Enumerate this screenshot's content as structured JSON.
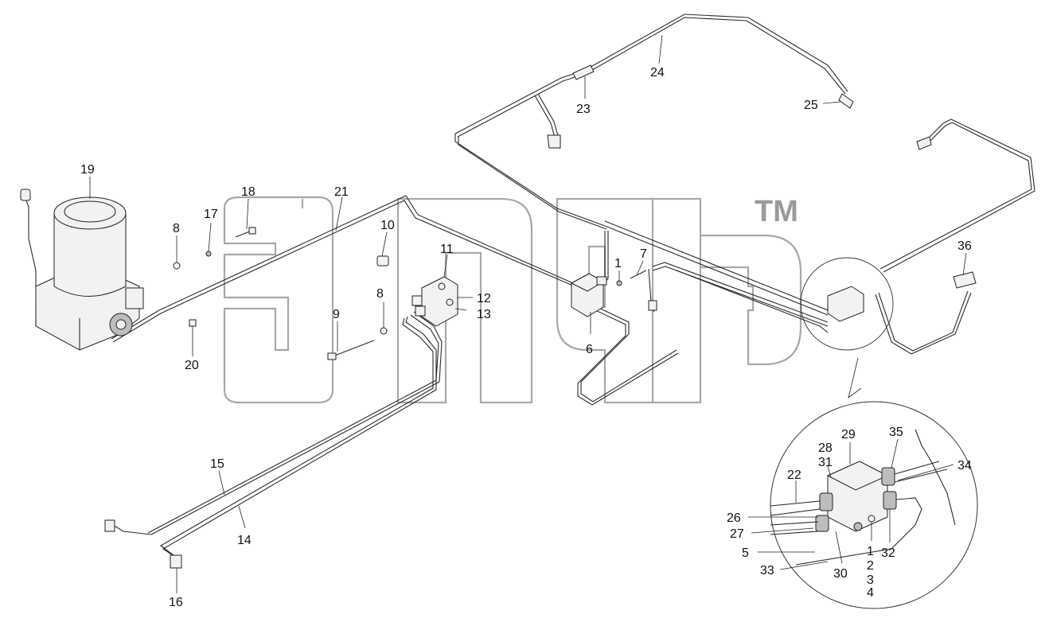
{
  "watermark": {
    "trademark": "TM"
  },
  "callouts": [
    {
      "id": "c1",
      "text": "1"
    },
    {
      "id": "c7",
      "text": "7"
    },
    {
      "id": "c6",
      "text": "6"
    },
    {
      "id": "c8a",
      "text": "8"
    },
    {
      "id": "c8b",
      "text": "8"
    },
    {
      "id": "c9",
      "text": "9"
    },
    {
      "id": "c10",
      "text": "10"
    },
    {
      "id": "c11",
      "text": "11"
    },
    {
      "id": "c12",
      "text": "12"
    },
    {
      "id": "c13",
      "text": "13"
    },
    {
      "id": "c14",
      "text": "14"
    },
    {
      "id": "c15",
      "text": "15"
    },
    {
      "id": "c16",
      "text": "16"
    },
    {
      "id": "c17",
      "text": "17"
    },
    {
      "id": "c18",
      "text": "18"
    },
    {
      "id": "c19",
      "text": "19"
    },
    {
      "id": "c20",
      "text": "20"
    },
    {
      "id": "c21",
      "text": "21"
    },
    {
      "id": "c23",
      "text": "23"
    },
    {
      "id": "c24",
      "text": "24"
    },
    {
      "id": "c25",
      "text": "25"
    },
    {
      "id": "c36",
      "text": "36"
    },
    {
      "id": "d29",
      "text": "29"
    },
    {
      "id": "d28",
      "text": "28"
    },
    {
      "id": "d31",
      "text": "31"
    },
    {
      "id": "d35",
      "text": "35"
    },
    {
      "id": "d34",
      "text": "34"
    },
    {
      "id": "d22",
      "text": "22"
    },
    {
      "id": "d26",
      "text": "26"
    },
    {
      "id": "d27",
      "text": "27"
    },
    {
      "id": "d5",
      "text": "5"
    },
    {
      "id": "d33",
      "text": "33"
    },
    {
      "id": "d30",
      "text": "30"
    },
    {
      "id": "d1",
      "text": "1"
    },
    {
      "id": "d2",
      "text": "2"
    },
    {
      "id": "d3",
      "text": "3"
    },
    {
      "id": "d4",
      "text": "4"
    },
    {
      "id": "d32",
      "text": "32"
    }
  ]
}
